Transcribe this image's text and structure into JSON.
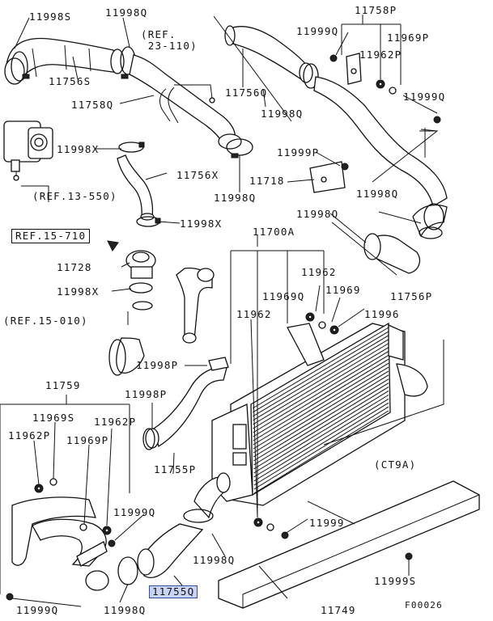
{
  "figure_code": "F00026",
  "variant_label": "(CT9A)",
  "references": {
    "ref_23_110": "(REF.\n 23-110)",
    "ref_13_550": "(REF.13-550)",
    "ref_15_710": "REF.15-710",
    "ref_15_010": "(REF.15-010)"
  },
  "labels": {
    "p11998s": "11998S",
    "p11998q_top": "11998Q",
    "p11756s": "11756S",
    "p11758q": "11758Q",
    "p11998x_a": "11998X",
    "p11756x": "11756X",
    "p11998q_mid": "11998Q",
    "p11998x_b": "11998X",
    "p11728": "11728",
    "p11998x_c": "11998X",
    "p11756q": "11756Q",
    "p11998q_b": "11998Q",
    "p11758p": "11758P",
    "p11999q_top": "11999Q",
    "p11969p_top": "11969P",
    "p11962p_top": "11962P",
    "p11999q_r": "11999Q",
    "p11999p": "11999P",
    "p11718": "11718",
    "p11998q_r": "11998Q",
    "p11998q_r2": "11998Q",
    "p11756p": "11756P",
    "p11700a": "11700A",
    "p11962_a": "11962",
    "p11969q": "11969Q",
    "p11969": "11969",
    "p11962_b": "11962",
    "p11996": "11996",
    "p11998p_a": "11998P",
    "p11998p_b": "11998P",
    "p11759": "11759",
    "p11969s": "11969S",
    "p11962p": "11962P",
    "p11962p_l": "11962P",
    "p11969p": "11969P",
    "p11755p": "11755P",
    "p11999q_l": "11999Q",
    "p11998q_bl": "11998Q",
    "p11999": "11999",
    "p11749": "11749",
    "p11999s": "11999S",
    "p11999q_bottom": "11999Q",
    "p11998q_bottom": "11998Q",
    "p11755q": "11755Q"
  }
}
